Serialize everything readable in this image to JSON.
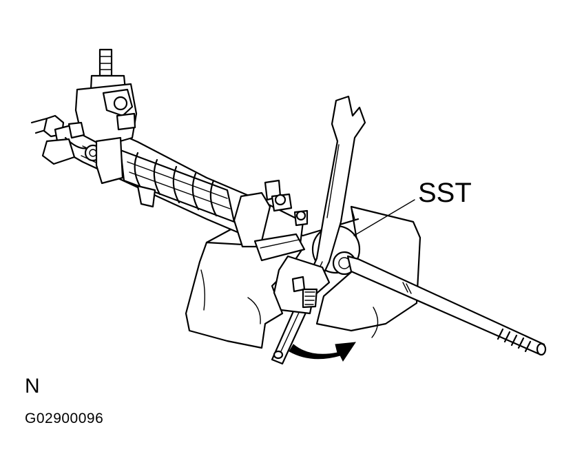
{
  "diagram": {
    "callout_label": "SST",
    "orientation_label": "N",
    "figure_code": "G02900096"
  }
}
